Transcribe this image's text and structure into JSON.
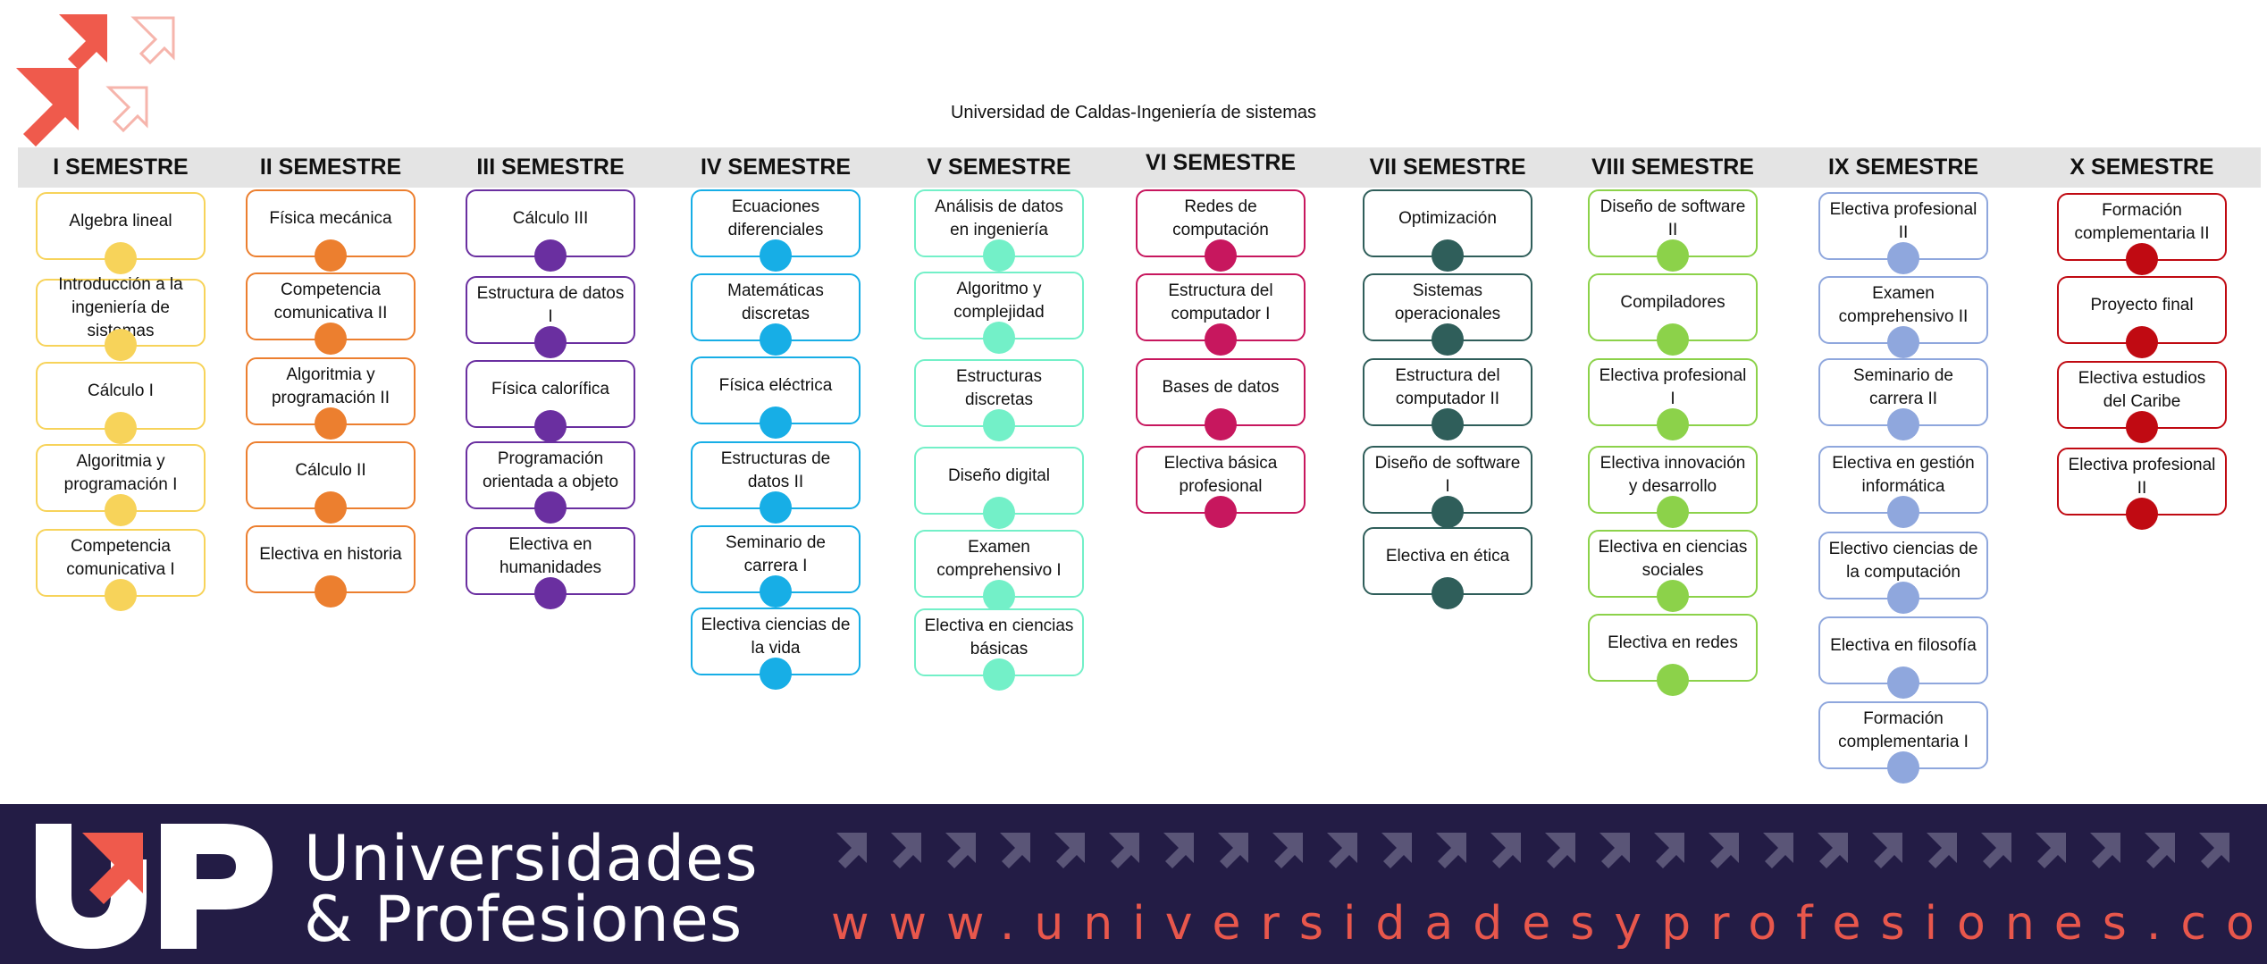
{
  "title": "Universidad de Caldas-Ingeniería de sistemas",
  "colors": {
    "I": "#f7d35a",
    "II": "#ec7f2f",
    "III": "#6a2fa0",
    "IV": "#17aee6",
    "V": "#73f0c8",
    "VI": "#c7175e",
    "VII": "#2f5e5a",
    "VIII": "#8cd24a",
    "IX": "#8fa7dd",
    "X": "#c00a12"
  },
  "semesters": [
    {
      "key": "I",
      "name": "I SEMESTRE",
      "courses": [
        "Algebra lineal",
        "Introducción a la ingeniería de sistemas",
        "Cálculo I",
        "Algoritmia y programación I",
        "Competencia comunicativa I"
      ]
    },
    {
      "key": "II",
      "name": "II SEMESTRE",
      "courses": [
        "Física mecánica",
        "Competencia comunicativa II",
        "Algoritmia y programación II",
        "Cálculo II",
        "Electiva en historia"
      ]
    },
    {
      "key": "III",
      "name": "III SEMESTRE",
      "courses": [
        "Cálculo III",
        "Estructura de datos I",
        "Física calorífica",
        "Programación orientada a objeto",
        "Electiva en humanidades"
      ]
    },
    {
      "key": "IV",
      "name": "IV SEMESTRE",
      "courses": [
        "Ecuaciones diferenciales",
        "Matemáticas discretas",
        "Física eléctrica",
        "Estructuras de datos II",
        "Seminario de carrera I",
        "Electiva ciencias de la vida"
      ]
    },
    {
      "key": "V",
      "name": "V SEMESTRE",
      "courses": [
        "Análisis de datos en ingeniería",
        "Algoritmo y complejidad",
        "Estructuras discretas",
        "Diseño digital",
        "Examen comprehensivo I",
        "Electiva en ciencias básicas"
      ]
    },
    {
      "key": "VI",
      "name": "VI SEMESTRE",
      "courses": [
        "Redes de computación",
        "Estructura del computador I",
        "Bases de datos",
        "Electiva básica profesional"
      ]
    },
    {
      "key": "VII",
      "name": "VII SEMESTRE",
      "courses": [
        "Optimización",
        "Sistemas operacionales",
        "Estructura del computador II",
        "Diseño de software I",
        "Electiva en ética"
      ]
    },
    {
      "key": "VIII",
      "name": "VIII SEMESTRE",
      "courses": [
        "Diseño de software II",
        "Compiladores",
        "Electiva profesional I",
        "Electiva innovación y desarrollo",
        "Electiva en ciencias sociales",
        "Electiva en redes"
      ]
    },
    {
      "key": "IX",
      "name": "IX SEMESTRE",
      "courses": [
        "Electiva profesional II",
        "Examen comprehensivo II",
        "Seminario de carrera II",
        "Electiva en gestión informática",
        "Electivo ciencias de la computación",
        "Electiva en filosofía",
        "Formación complementaria I"
      ]
    },
    {
      "key": "X",
      "name": "X SEMESTRE",
      "courses": [
        "Formación complementaria II",
        "Proyecto final",
        "Electiva estudios del Caribe",
        "Electiva  profesional II"
      ]
    }
  ],
  "footer": {
    "brand_line1": "Universidades",
    "brand_line2": "& Profesiones",
    "url": "www.universidadesyprofesiones.com",
    "logo_text": "UP"
  }
}
